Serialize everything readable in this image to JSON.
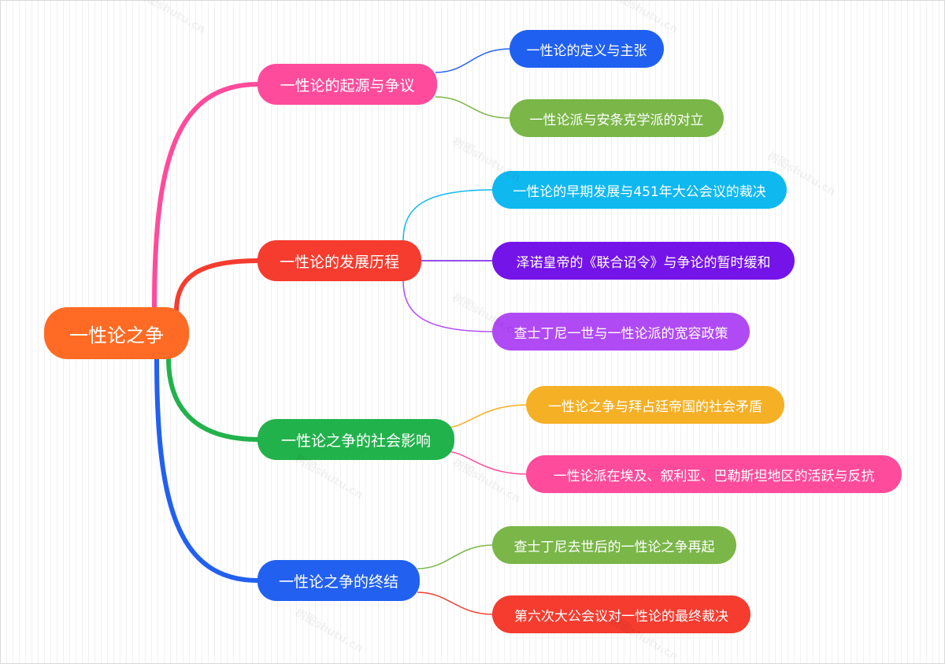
{
  "root": {
    "label": "一性论之争",
    "color": "#ff6b24"
  },
  "branches": [
    {
      "label": "一性论的起源与争议",
      "color": "#ff4b9b",
      "children": [
        {
          "label": "一性论的定义与主张",
          "color": "#2060f0"
        },
        {
          "label": "一性论派与安条克学派的对立",
          "color": "#7ab648"
        }
      ]
    },
    {
      "label": "一性论的发展历程",
      "color": "#f53c2f",
      "children": [
        {
          "label": "一性论的早期发展与451年大公会议的裁决",
          "color": "#10b8f0"
        },
        {
          "label": "泽诺皇帝的《联合诏令》与争论的暂时缓和",
          "color": "#7414e8"
        },
        {
          "label": "查士丁尼一世与一性论派的宽容政策",
          "color": "#b04af5"
        }
      ]
    },
    {
      "label": "一性论之争的社会影响",
      "color": "#22b24c",
      "children": [
        {
          "label": "一性论之争与拜占廷帝国的社会矛盾",
          "color": "#f5b025"
        },
        {
          "label": "一性论派在埃及、叙利亚、巴勒斯坦地区的活跃与反抗",
          "color": "#ff4b9b"
        }
      ]
    },
    {
      "label": "一性论之争的终结",
      "color": "#2260f0",
      "children": [
        {
          "label": "查士丁尼去世后的一性论之争再起",
          "color": "#7ab648"
        },
        {
          "label": "第六次大公会议对一性论的最终裁决",
          "color": "#f53c2f"
        }
      ]
    }
  ],
  "watermark": "树图shutu.cn"
}
